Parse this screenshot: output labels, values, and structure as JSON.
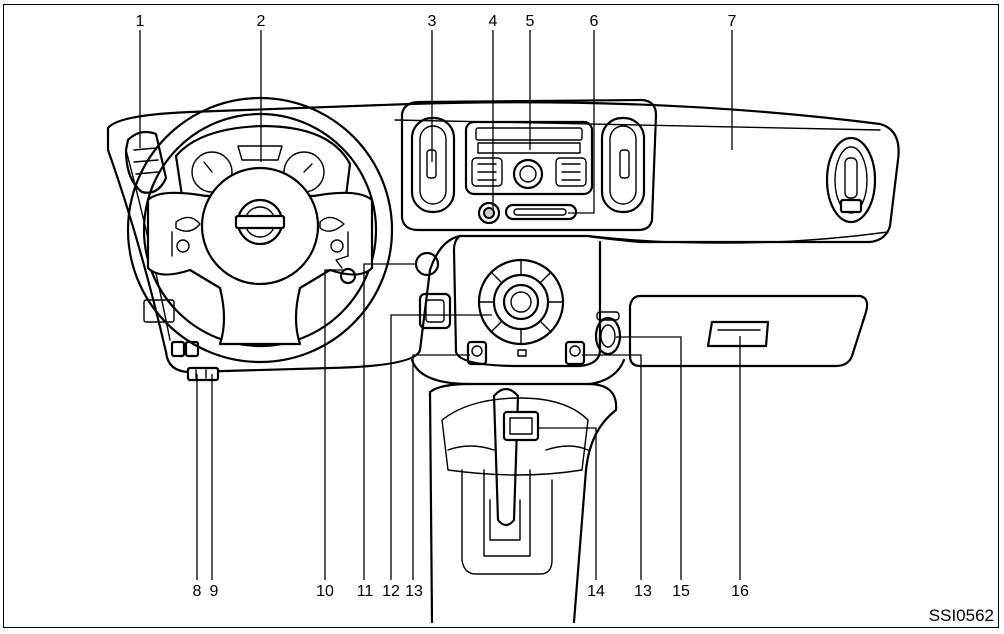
{
  "figure_code": "SSI0562",
  "callouts": [
    "1",
    "2",
    "3",
    "4",
    "5",
    "6",
    "7",
    "8",
    "9",
    "10",
    "11",
    "12",
    "13",
    "14",
    "13",
    "15",
    "16"
  ],
  "colors": {
    "line": "#000000",
    "shade": "#cfcfcf",
    "background": "#ffffff"
  }
}
